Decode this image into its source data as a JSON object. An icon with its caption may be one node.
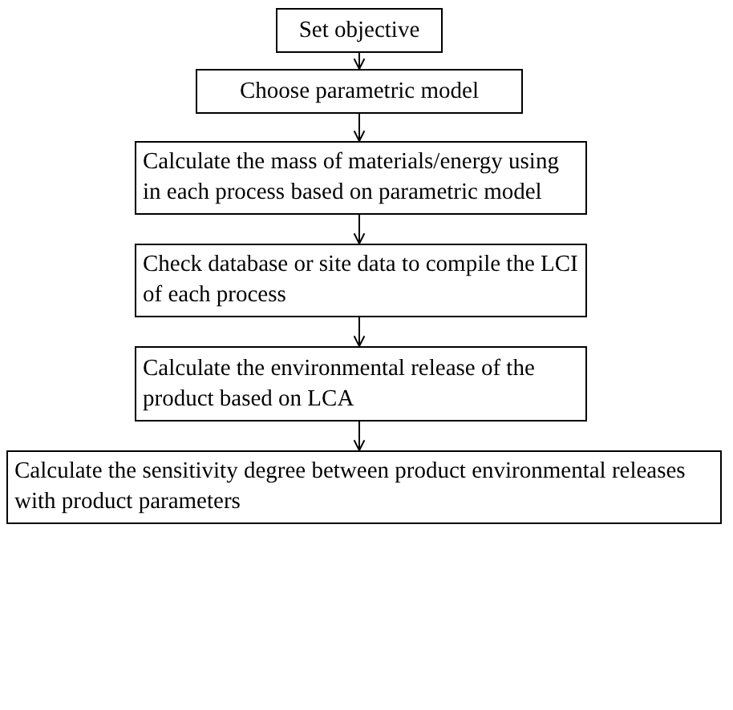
{
  "diagram": {
    "nodes": [
      {
        "text": [
          "Set objective"
        ]
      },
      {
        "text": [
          "Choose parametric model"
        ]
      },
      {
        "text": [
          "Calculate the mass of materials/energy using in each process based on parametric model"
        ]
      },
      {
        "text": [
          "Check database or site data to compile the LCI of each process"
        ]
      },
      {
        "text": [
          "Calculate the environmental release of the product based on LCA"
        ]
      },
      {
        "text": [
          "Calculate the sensitivity degree between product environmental releases with product parameters"
        ]
      }
    ],
    "edges": [
      {
        "from": 0,
        "to": 1,
        "arrow": "to"
      },
      {
        "from": 1,
        "to": 2,
        "arrow": "to"
      },
      {
        "from": 2,
        "to": 3,
        "arrow": "to"
      },
      {
        "from": 3,
        "to": 4,
        "arrow": "to"
      },
      {
        "from": 4,
        "to": 5,
        "arrow": "to"
      }
    ]
  }
}
